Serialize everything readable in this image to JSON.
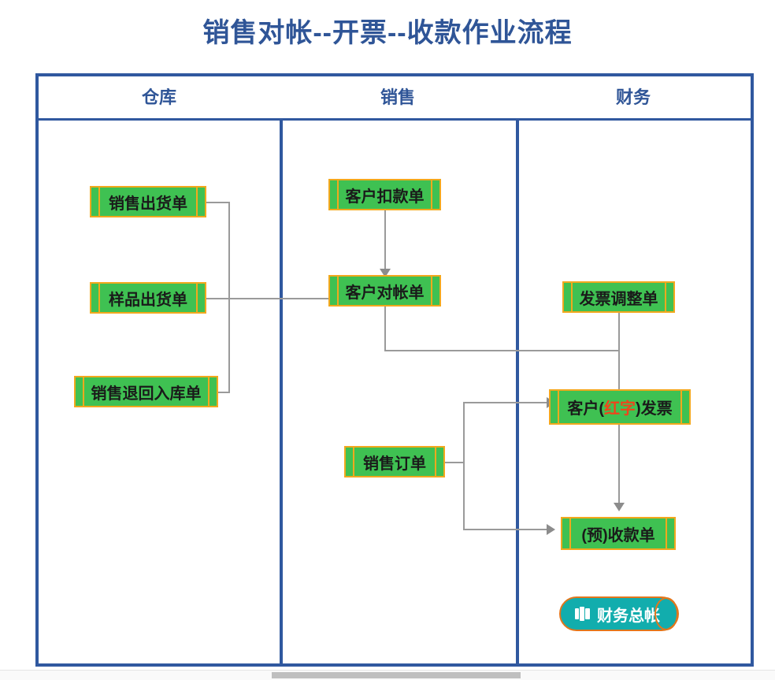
{
  "title": "销售对帐--开票--收款作业流程",
  "colors": {
    "title": "#2F5597",
    "frame_border": "#30589F",
    "node_fill": "#3FC152",
    "node_border": "#F2A81D",
    "highlight_text": "#F0441B",
    "cylinder_fill": "#12ADAD",
    "cylinder_border": "#E2761B",
    "connector": "#9A9A9A"
  },
  "lanes": [
    {
      "label": "仓库"
    },
    {
      "label": "销售"
    },
    {
      "label": "财务"
    }
  ],
  "nodes": {
    "sales_delivery": {
      "label": "销售出货单"
    },
    "sample_delivery": {
      "label": "样品出货单"
    },
    "sales_return": {
      "label": "销售退回入库单"
    },
    "customer_deduction": {
      "label": "客户扣款单"
    },
    "customer_reconciliation": {
      "label": "客户对帐单"
    },
    "sales_order": {
      "label": "销售订单"
    },
    "invoice_adjustment": {
      "label": "发票调整单"
    },
    "customer_invoice": {
      "prefix": "客户(",
      "highlight": "红字",
      "suffix": ")发票"
    },
    "receipt": {
      "label": "(预)收款单"
    },
    "general_ledger": {
      "label": "财务总帐",
      "icon": "pages-icon"
    }
  }
}
